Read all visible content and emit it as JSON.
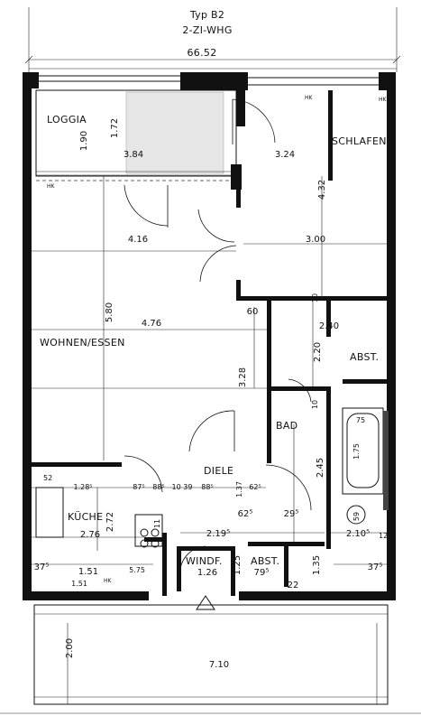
{
  "header": {
    "type_label": "Typ B2",
    "subtitle": "2-ZI-WHG",
    "area": "66.52"
  },
  "rooms": {
    "loggia": "LOGGIA",
    "schlafen": "SCHLAFEN",
    "wohnen_essen": "WOHNEN/ESSEN",
    "abst_top": "ABST.",
    "bad": "BAD",
    "diele": "DIELE",
    "kueche": "KÜCHE",
    "windf": "WINDF.",
    "abst_bottom": "ABST."
  },
  "hk_labels": {
    "hk_1": "HK",
    "hk_2": "HK",
    "hk_3": "HK",
    "hk_4": "HK"
  },
  "dimensions": {
    "loggia_h1": "1.90",
    "loggia_h2": "1.72",
    "loggia_w": "3.84",
    "schlafen_w": "3.24",
    "schlafen_h": "4.32",
    "wohnen_w1": "4.16",
    "schlafen_w2": "3.00",
    "d_10_a": "10",
    "d_60": "60",
    "d_240": "2.40",
    "wohnen_h": "5.80",
    "wohnen_w2": "4.76",
    "d_220": "2.20",
    "d_328": "3.28",
    "d_10_b": "10",
    "d_75": "75",
    "d_175": "1.75",
    "d_245": "2.45",
    "d_52": "52",
    "d_128": "1.28⁵",
    "d_875_a": "87⁵",
    "d_885_a": "88⁵",
    "d_1039": "10 39",
    "d_885_b": "88⁵",
    "d_137": "1.37",
    "d_625_a": "62⁵",
    "kueche_h": "2.72",
    "d_625_b": "62⁵",
    "d_295": "29⁵",
    "d_59": "59",
    "kueche_w": "2.76",
    "d_2195": "2.19⁵",
    "d_2105": "2.10⁵",
    "d_12": "12",
    "d_375_a": "37⁵",
    "d_151_a": "1.51",
    "d_575": "5.75",
    "d_125": "1.25",
    "windf_w": "1.26",
    "abst_w": "79⁵",
    "d_135": "1.35",
    "d_375_b": "37⁵",
    "d_151_b": "1.51",
    "d_22": "22",
    "d_200": "2.00",
    "total_w": "7.10",
    "d_11": "11"
  }
}
